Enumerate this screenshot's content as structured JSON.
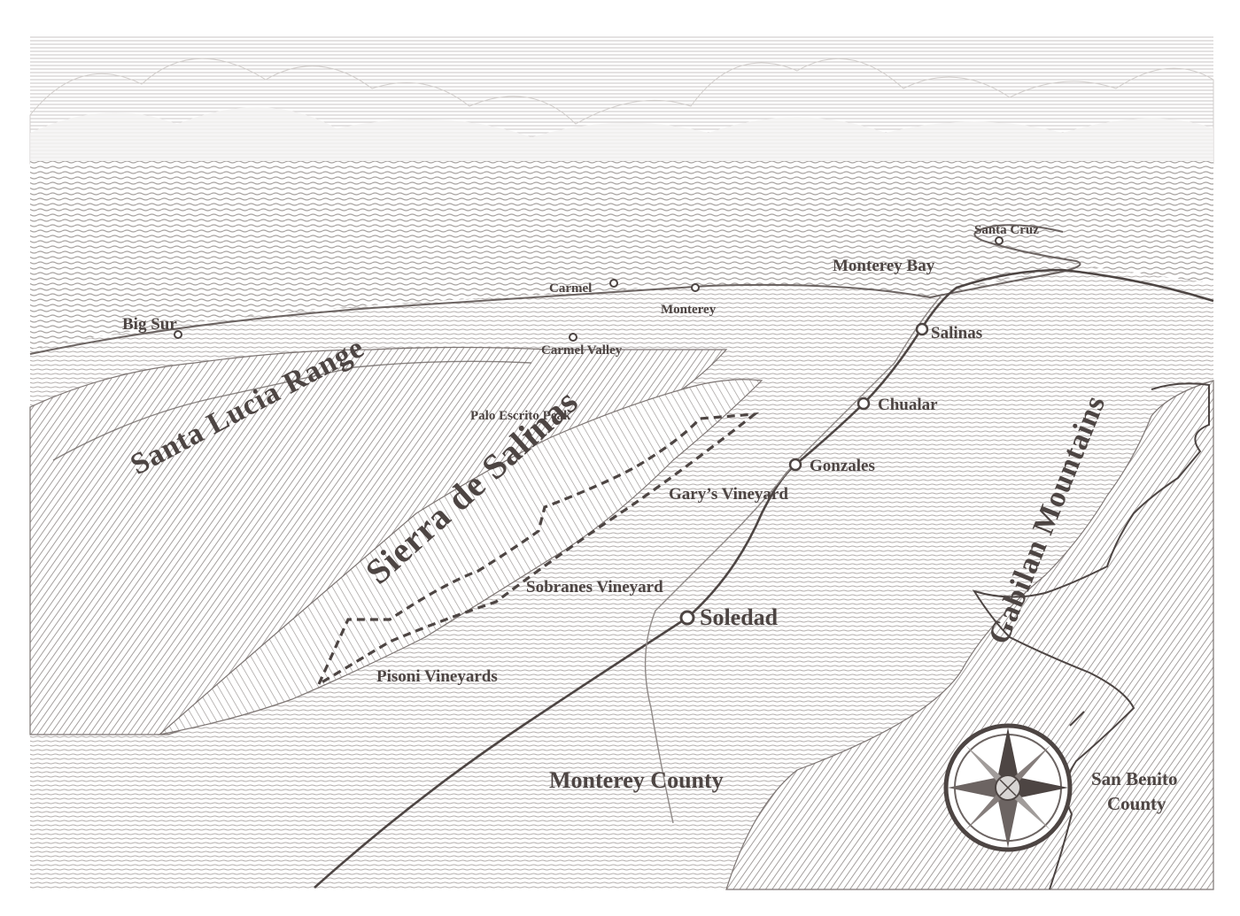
{
  "map": {
    "colors": {
      "ink": "#4d4543",
      "hatch": "#9b9593",
      "water": "#a7a2a0",
      "paper": "#ffffff",
      "land": "#e9e7e6"
    },
    "places": [
      {
        "name": "Santa Cruz"
      },
      {
        "name": "Monterey Bay"
      },
      {
        "name": "Carmel"
      },
      {
        "name": "Monterey"
      },
      {
        "name": "Big Sur"
      },
      {
        "name": "Carmel Valley"
      },
      {
        "name": "Salinas"
      },
      {
        "name": "Chualar"
      },
      {
        "name": "Gonzales"
      },
      {
        "name": "Soledad"
      }
    ],
    "features": {
      "santa_lucia": "Santa Lucia Range",
      "sierra_salinas": "Sierra de Salinas",
      "gabilan": "Gabilan Mountains",
      "palo_escrito": "Palo Escrito Peak"
    },
    "vineyards": {
      "garys": "Gary’s Vineyard",
      "sobranes": "Sobranes Vineyard",
      "pisoni": "Pisoni Vineyards"
    },
    "counties": {
      "monterey": "Monterey County",
      "san_benito_line1": "San Benito",
      "san_benito_line2": "County"
    },
    "compass": {
      "icon": "compass-rose-icon"
    }
  }
}
